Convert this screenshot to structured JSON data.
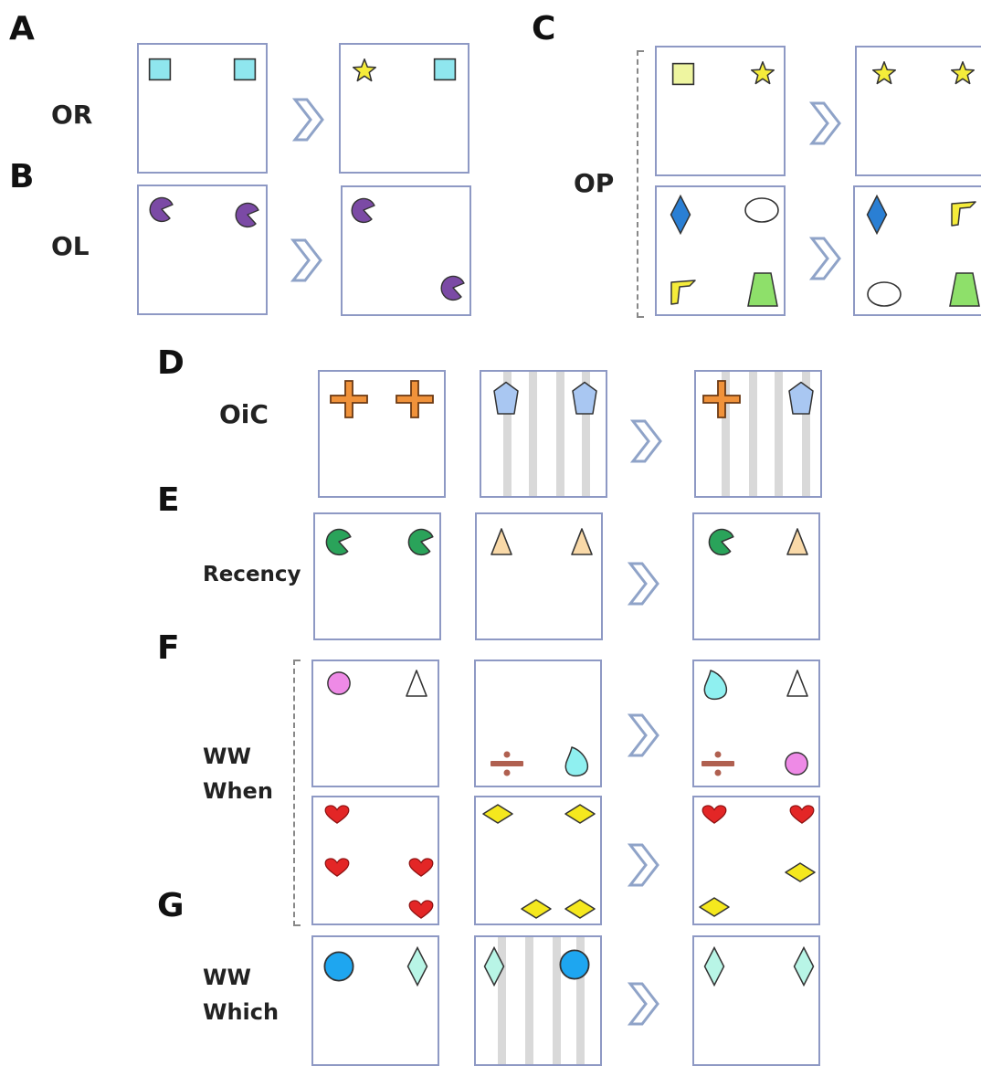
{
  "panels": {
    "A": {
      "letter": "A",
      "label": "OR"
    },
    "B": {
      "letter": "B",
      "label": "OL"
    },
    "C": {
      "letter": "C",
      "label": "OP"
    },
    "D": {
      "letter": "D",
      "label": "OiC"
    },
    "E": {
      "letter": "E",
      "label": "Recency"
    },
    "F": {
      "letter": "F",
      "label_line1": "WW",
      "label_line2": "When"
    },
    "G": {
      "letter": "G",
      "label_line1": "WW",
      "label_line2": "Which"
    }
  },
  "colors": {
    "box_border": "#8e99c4",
    "arrow": "#8fa3c8",
    "cyan_square": "#8fe6ee",
    "star": "#f5ec3a",
    "purple_pacman": "#7b4aa5",
    "light_yellow_square": "#eef5a0",
    "blue_diamond": "#2a7fd4",
    "yellow_l": "#f5ec3a",
    "green_trapezoid": "#8ee06a",
    "orange_cross": "#f0923a",
    "blue_pentagon": "#a9c7f2",
    "green_pacman": "#2aa35a",
    "peach_triangle": "#f9d9a8",
    "pink_circle": "#ee8ae6",
    "divide_sign": "#b06050",
    "cyan_drop": "#8ff0f0",
    "red_heart": "#e32626",
    "yellow_diamond": "#f5e81e",
    "blue_circle": "#1ea6f0",
    "mint_diamond": "#b8f5e6",
    "stripe": "#d9d9d9"
  },
  "icons": [
    "square-icon",
    "star-icon",
    "pacman-icon",
    "diamond-icon",
    "ellipse-icon",
    "l-shape-icon",
    "trapezoid-icon",
    "cross-icon",
    "pentagon-icon",
    "triangle-icon",
    "circle-icon",
    "divide-icon",
    "drop-icon",
    "heart-icon",
    "chevron-right-icon"
  ]
}
